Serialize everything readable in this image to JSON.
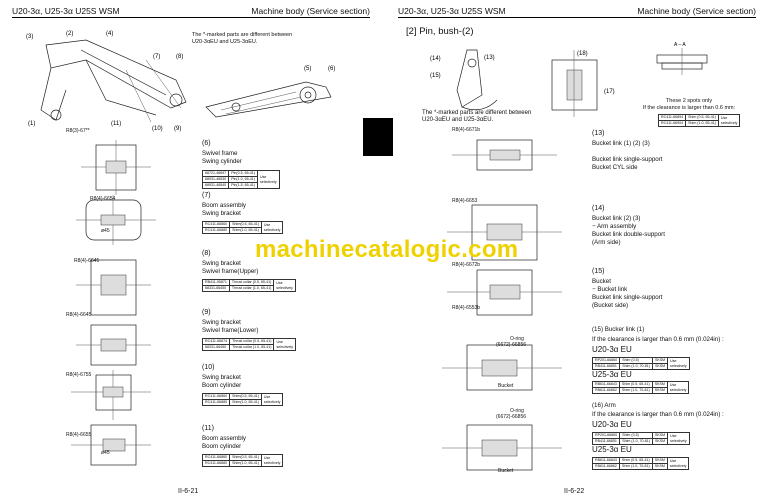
{
  "left_page": {
    "header_title": "U20-3α, U25-3α U25S WSM",
    "header_section": "Machine body (Service section)",
    "note": "The *-marked parts are different between U20-3αEU and U25-3αEU.",
    "footer": "II-6-21",
    "items": [
      {
        "num": "(6)",
        "lines": [
          "Swivel frame",
          "Swing cylinder"
        ],
        "table": [
          [
            "68721-46697",
            "Pin(0.5, 65-41)",
            "Use selectively"
          ],
          [
            "68931-46530",
            "Pin(1.0, 65-41)",
            ""
          ],
          [
            "68931-46540",
            "Pin(1.5, 65-41)",
            ""
          ]
        ]
      },
      {
        "num": "(7)",
        "lines": [
          "Boom assembly",
          "Swing bracket"
        ],
        "table": [
          [
            "RC411-66860",
            "Shim(0.5, 65-41)",
            "Use selectively"
          ],
          [
            "RC411-66880",
            "Shim(1.0, 65-41)",
            ""
          ]
        ]
      },
      {
        "num": "(8)",
        "lines": [
          "Swing bracket",
          "Swivel frame(Upper)"
        ],
        "table": [
          [
            "RB411-95871",
            "Thrust collar (0.5, 65-41)",
            "Use selectively"
          ],
          [
            "68331-66450",
            "Thrust collar (1.0, 65-41)",
            ""
          ]
        ]
      },
      {
        "num": "(9)",
        "lines": [
          "Swing bracket",
          "Swivel frame(Lower)"
        ],
        "table": [
          [
            "RC411-66874",
            "Thrust collar (0.5, 65-41)",
            "Use selectively"
          ],
          [
            "68331-66450",
            "Thrust collar (1.0, 65-41)",
            ""
          ]
        ]
      },
      {
        "num": "(10)",
        "lines": [
          "Swing bracket",
          "Boom cylinder"
        ],
        "table": [
          [
            "RC411-66860",
            "Shim(0.5, 65-41)",
            "Use selectively"
          ],
          [
            "RC411-66880",
            "Shim(1.0, 65-41)",
            ""
          ]
        ]
      },
      {
        "num": "(11)",
        "lines": [
          "Boom assembly",
          "Boom cylinder"
        ],
        "table": [
          [
            "RC411-66860",
            "Shim(0.5, 65-41)",
            "Use selectively"
          ],
          [
            "RC411-66880",
            "Shim(1.0, 65-41)",
            ""
          ]
        ]
      }
    ],
    "diagram_labels": [
      "(3)",
      "(2)",
      "(4)",
      "(7)",
      "(8)",
      "(5)",
      "(6)",
      "(1)",
      "(10)",
      "(9)",
      "(11)"
    ],
    "detail_labels": [
      "R8(3)-67**",
      "R8(4)-6654",
      "R8(4)-6645",
      "R8(4)-6645",
      "R8(4)-6755",
      "R8(4)-6655",
      "ø45",
      "ø45"
    ]
  },
  "right_page": {
    "header_title": "U20-3α, U25-3α U25S WSM",
    "header_section": "Machine body (Service section)",
    "section_title": "[2] Pin, bush-(2)",
    "note": "The *-marked parts are different between U20-3αEU and U25-3αEU.",
    "spots_note": [
      "These 2 spots only",
      "If the clearance is larger than 0.6 mm:"
    ],
    "spots_table": [
      [
        "RC411-66894",
        "Shim (0.5, 65-41)",
        "Use selectively"
      ],
      [
        "RC411-66904",
        "Shim (1.0, 65-41)",
        ""
      ]
    ],
    "footer": "II-6-22",
    "items": [
      {
        "num": "(13)",
        "lines": [
          "Bucket link (1) (2) (3)",
          "",
          "Bucket link single-support",
          "Bucket CYL side"
        ]
      },
      {
        "num": "(14)",
        "lines": [
          "Bucket link (2) (3)",
          "− Arm assembly",
          "Bucket link double-support",
          "(Arm side)"
        ]
      },
      {
        "num": "(15)",
        "lines": [
          "Bucket",
          "− Bucket link",
          "Bucket link single-support",
          "(Bucket side)"
        ]
      }
    ],
    "bucker": {
      "title": "(15) Bucker link (1)",
      "cond": [
        "If the clearance is larger than 0.6 mm (0.024in) :"
      ],
      "u20": "U20-3α EU",
      "u20_table": [
        [
          "RP201-66860",
          "Shim (0.5)",
          "SKSM",
          "Use selectively"
        ],
        [
          "RB411-66851",
          "Shim (1.0, 70-81)",
          "SKSM",
          ""
        ]
      ],
      "u25": "U25-3α EU",
      "u25_table": [
        [
          "RB611-66843",
          "Shim (0.5, 65-41)",
          "SKSM",
          "Use selectively"
        ],
        [
          "RB611-66862",
          "Shim (1.0, 70-81)",
          "SKSM",
          ""
        ]
      ]
    },
    "arm": {
      "title": "(16) Arm",
      "cond": [
        "If the clearance is larger than 0.6 mm (0.024in) :"
      ],
      "u20": "U20-3α EU",
      "u20_table": [
        [
          "RP201-66860",
          "Shim (0.5)",
          "SKSM",
          "Use selectively"
        ],
        [
          "RB411-66851",
          "Shim (1.0, 70-81)",
          "SKSM",
          ""
        ]
      ],
      "u25": "U25-3α EU",
      "u25_table": [
        [
          "RB611-66843",
          "Shim (0.5, 65-41)",
          "SKSM",
          "Use selectively"
        ],
        [
          "RB611-66862",
          "Shim (1.0, 70-81)",
          "SKSM",
          ""
        ]
      ]
    },
    "diagram_labels": [
      "(14)",
      "(13)",
      "(15)",
      "(18)",
      "(17)",
      "A – A"
    ],
    "detail_labels": [
      "R8(4)-6671b",
      "R8(4)-6653",
      "R8(4)-6672b",
      "R8(4)-6553b",
      "O-ring",
      "O-ring",
      "Bucket",
      "Bucket",
      "(6672)-66856",
      "(6672)-66856"
    ]
  },
  "watermark": "machinecatalogic.com"
}
